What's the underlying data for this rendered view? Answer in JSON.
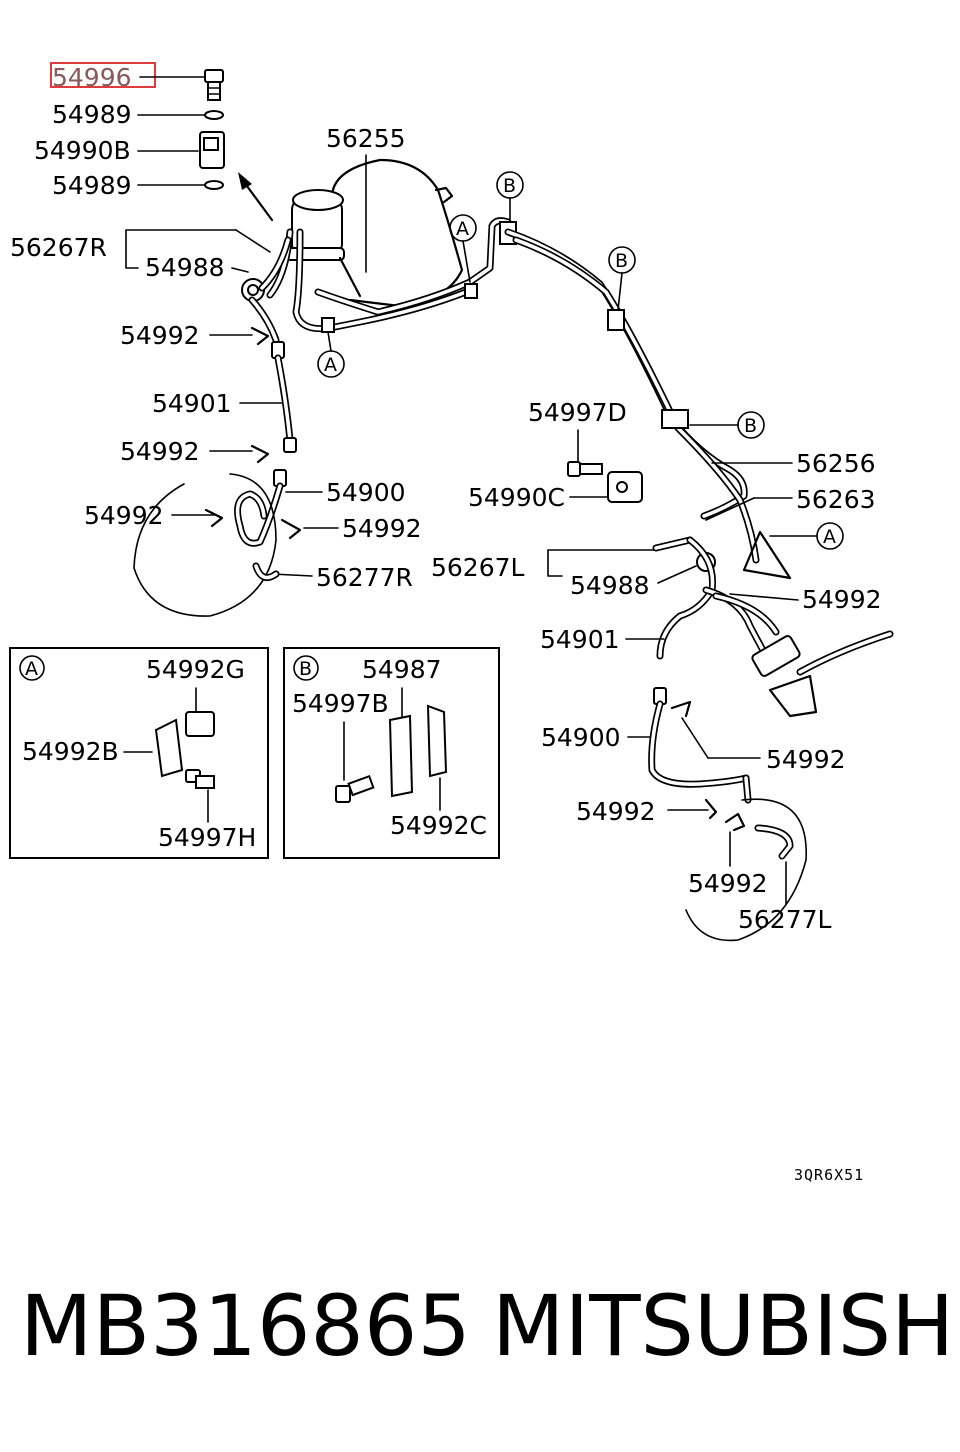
{
  "top_parts": {
    "p54996": "54996",
    "p54989a": "54989",
    "p54990b": "54990B",
    "p54989b": "54989"
  },
  "labels": {
    "l56255": "56255",
    "l56267r": "56267R",
    "l54988a": "54988",
    "l54992a": "54992",
    "l54901a": "54901",
    "l54992b": "54992",
    "l54900a": "54900",
    "l54992c": "54992",
    "l54992d": "54992",
    "l56277r": "56277R",
    "l54997d": "54997D",
    "l54990c": "54990C",
    "l56256": "56256",
    "l56263": "56263",
    "l56267l": "56267L",
    "l54988b": "54988",
    "l54992e": "54992",
    "l54901b": "54901",
    "l54900b": "54900",
    "l54992f": "54992",
    "l54992g": "54992",
    "l54992h": "54992",
    "l56277l": "56277L"
  },
  "callouts": {
    "a": "A",
    "b": "B"
  },
  "inset_a": {
    "ref": "A",
    "l54992g": "54992G",
    "l54992b": "54992B",
    "l54997h": "54997H"
  },
  "inset_b": {
    "ref": "B",
    "l54987": "54987",
    "l54997b": "54997B",
    "l54992c": "54992C"
  },
  "drawing_code": "3QR6X51",
  "footer": {
    "part_number": "MB316865",
    "brand": "MITSUBISHI"
  },
  "colors": {
    "highlight": "#e03a3a",
    "ink": "#000000"
  }
}
